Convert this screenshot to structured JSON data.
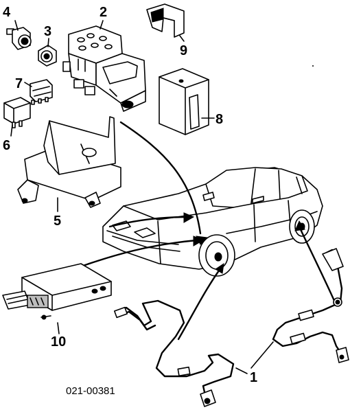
{
  "diagram": {
    "callouts": {
      "c1": "1",
      "c2": "2",
      "c3": "3",
      "c4": "4",
      "c5": "5",
      "c6": "6",
      "c7": "7",
      "c8": "8",
      "c9": "9",
      "c10": "10"
    },
    "reference_code": "021-00381"
  }
}
